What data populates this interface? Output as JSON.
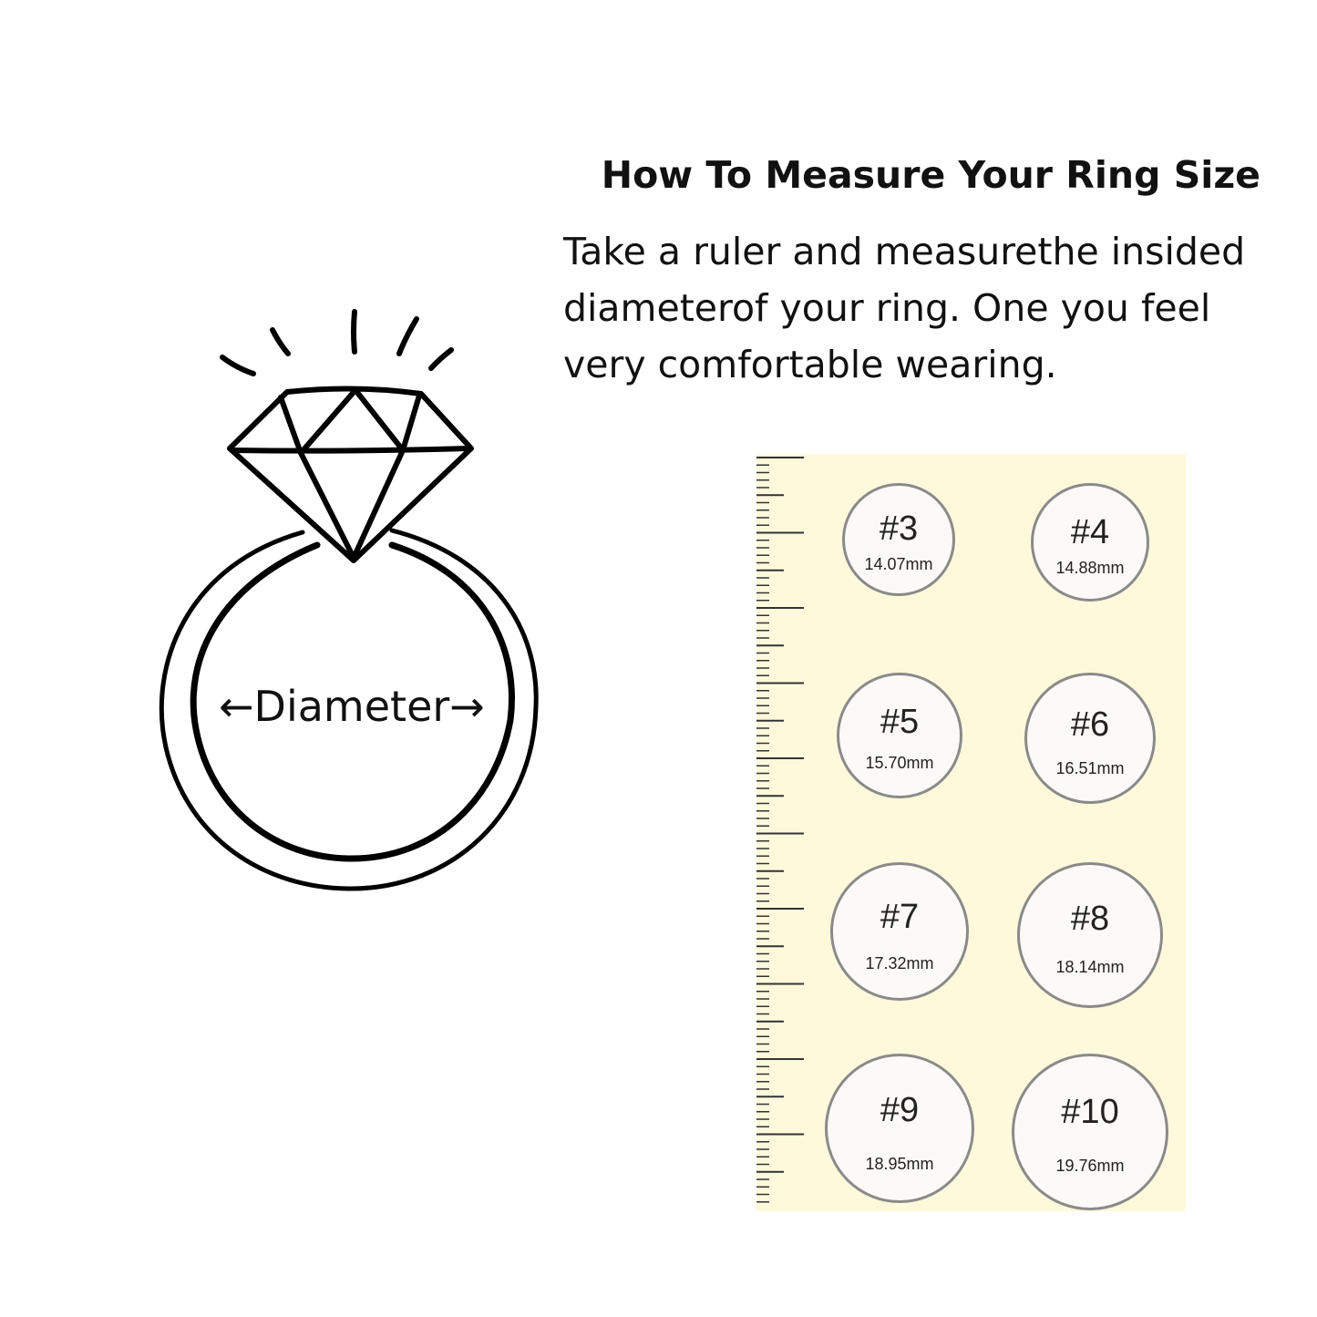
{
  "title": "How To Measure Your Ring Size",
  "instructions": "Take a ruler and  measurethe insided\ndiameterof your ring. One you feel\nvery comfortable wearing.",
  "ring_diagram": {
    "label": "Diameter",
    "left_arrow": "←",
    "right_arrow": "→",
    "icons": [
      "ring-icon",
      "diamond-icon",
      "sparkle-icon"
    ]
  },
  "size_chart": {
    "background_color": "#fff9dc",
    "sizes": [
      {
        "size": "#3",
        "diameter": "14.07mm"
      },
      {
        "size": "#4",
        "diameter": "14.88mm"
      },
      {
        "size": "#5",
        "diameter": "15.70mm"
      },
      {
        "size": "#6",
        "diameter": "16.51mm"
      },
      {
        "size": "#7",
        "diameter": "17.32mm"
      },
      {
        "size": "#8",
        "diameter": "18.14mm"
      },
      {
        "size": "#9",
        "diameter": "18.95mm"
      },
      {
        "size": "#10",
        "diameter": "19.76mm"
      }
    ]
  }
}
